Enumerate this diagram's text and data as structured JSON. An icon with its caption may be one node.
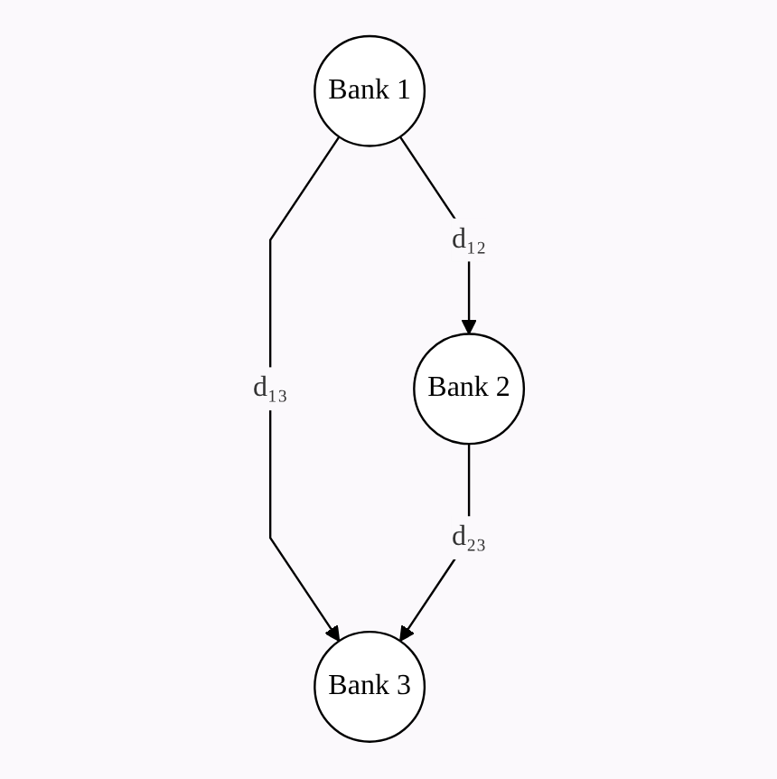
{
  "diagram": {
    "nodes": [
      {
        "text": [
          "Bank 1"
        ]
      },
      {
        "text": [
          "Bank 2"
        ]
      },
      {
        "text": [
          "Bank 3"
        ]
      }
    ],
    "edges": [
      {
        "from": 0,
        "to": 1,
        "arrow": "to",
        "label": "d₁₂"
      },
      {
        "from": 0,
        "to": 2,
        "arrow": "to",
        "label": "d₁₃"
      },
      {
        "from": 1,
        "to": 2,
        "arrow": "to",
        "label": "d₂₃"
      }
    ]
  }
}
